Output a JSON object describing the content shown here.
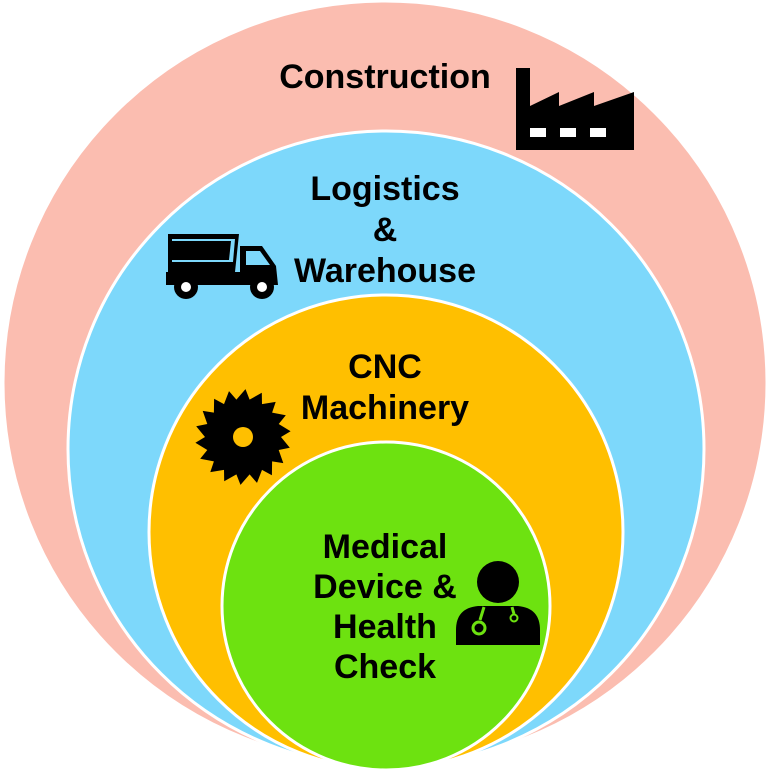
{
  "colors": {
    "background": "#ffffff",
    "ring_border": "#ffffff",
    "construction": "#fbbdb0",
    "logistics": "#7dd8fb",
    "cnc": "#ffbf00",
    "medical": "#6de210",
    "icon": "#000000"
  },
  "rings": {
    "construction": {
      "label_line1": "Construction",
      "icon": "factory-icon"
    },
    "logistics": {
      "label_line1": "Logistics",
      "label_line2": "&",
      "label_line3": "Warehouse",
      "icon": "truck-icon"
    },
    "cnc": {
      "label_line1": "CNC",
      "label_line2": "Machinery",
      "icon": "saw-blade-icon"
    },
    "medical": {
      "label_line1": "Medical",
      "label_line2": "Device &",
      "label_line3": "Health",
      "label_line4": "Check",
      "icon": "doctor-icon"
    }
  }
}
